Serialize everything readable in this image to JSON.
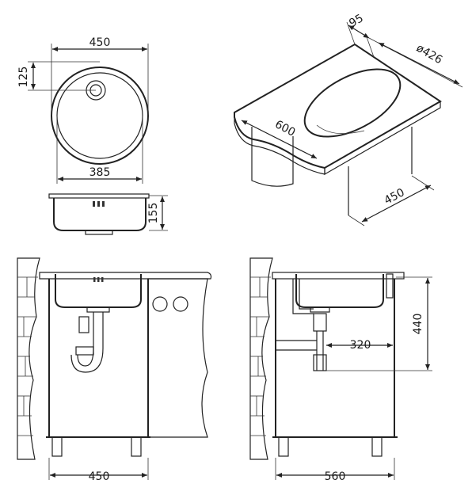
{
  "views": {
    "top_view": {
      "width_label": "450",
      "offset_label": "125",
      "inner_label": "385"
    },
    "side_view": {
      "height_label": "155"
    },
    "iso_view": {
      "offset_label": "95",
      "diameter_label": "ø426",
      "length_label": "600",
      "depth_label": "450"
    },
    "front_install": {
      "width_label": "450"
    },
    "side_install": {
      "height_label": "440",
      "drain_label": "320",
      "width_label": "560"
    }
  },
  "colors": {
    "line": "#222222",
    "fill_light": "#f2f2f2",
    "fill_mid": "#d9d9d9"
  }
}
